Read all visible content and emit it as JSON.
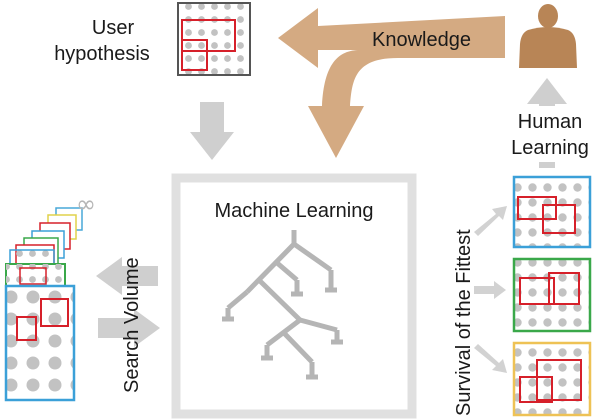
{
  "labels": {
    "user_hypothesis_line1": "User",
    "user_hypothesis_line2": "hypothesis",
    "knowledge": "Knowledge",
    "human_learning_line1": "Human",
    "human_learning_line2": "Learning",
    "machine_learning": "Machine Learning",
    "search_volume": "Search Volume",
    "survival_of_fittest": "Survival of the Fittest",
    "infinity": "∞"
  },
  "colors": {
    "knowledge_arrow": "#d4aa82",
    "person": "#b88556",
    "gray_arrow": "#cfcfcf",
    "tree": "#b5b5b5",
    "frame": "#e0e0e0",
    "hypothesis_red": "#d6202a",
    "candidate_blue": "#3ba0d8",
    "candidate_green": "#3aa84a",
    "candidate_yellow": "#eec255",
    "dot": "#c2c2c2"
  },
  "icons": {
    "person": "person-icon",
    "decision_tree": "decision-tree-icon"
  }
}
